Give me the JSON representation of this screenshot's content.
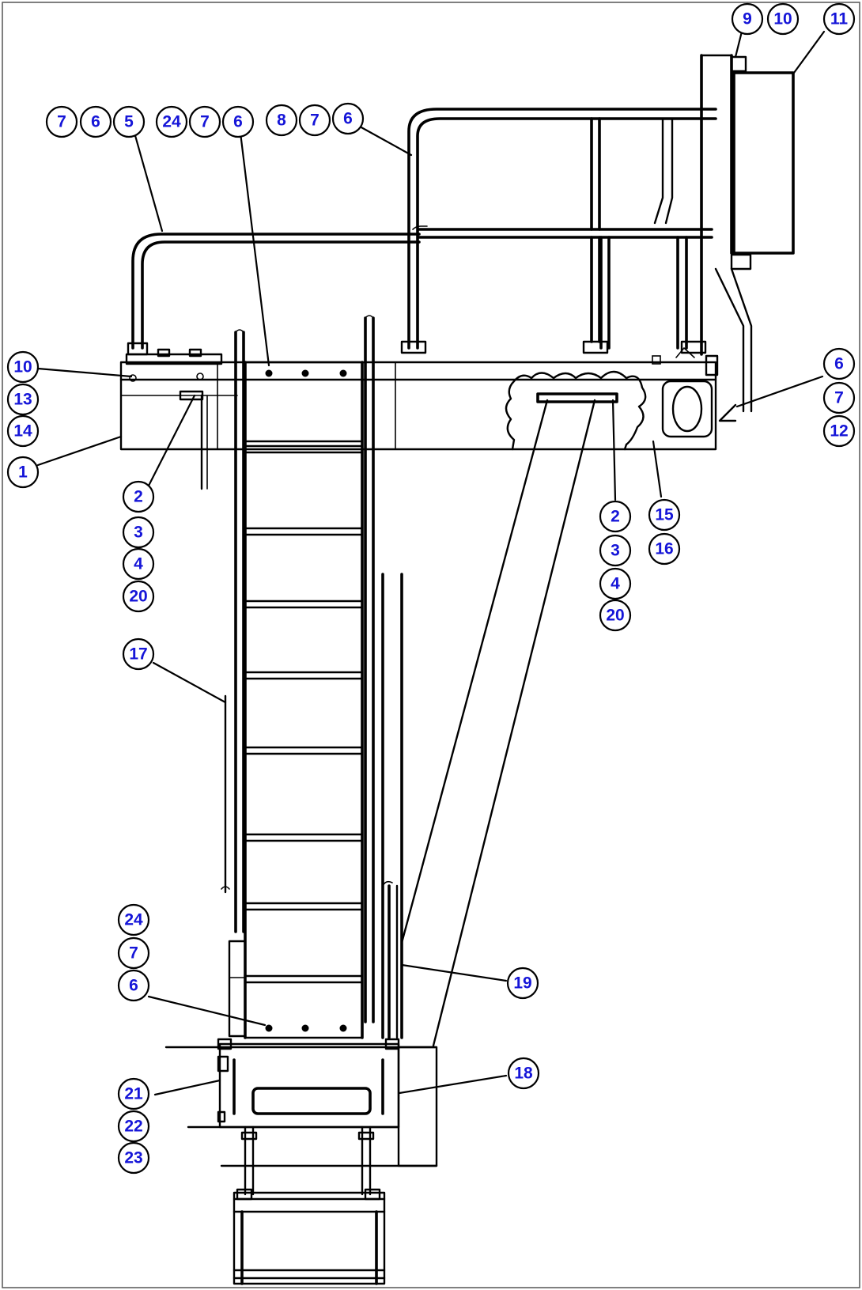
{
  "callouts": [
    {
      "id": "c-7a",
      "label": "7"
    },
    {
      "id": "c-6a",
      "label": "6"
    },
    {
      "id": "c-5",
      "label": "5"
    },
    {
      "id": "c-24a",
      "label": "24"
    },
    {
      "id": "c-7b",
      "label": "7"
    },
    {
      "id": "c-6b",
      "label": "6"
    },
    {
      "id": "c-8",
      "label": "8"
    },
    {
      "id": "c-7c",
      "label": "7"
    },
    {
      "id": "c-6c",
      "label": "6"
    },
    {
      "id": "c-9",
      "label": "9"
    },
    {
      "id": "c-10a",
      "label": "10"
    },
    {
      "id": "c-11",
      "label": "11"
    },
    {
      "id": "c-10b",
      "label": "10"
    },
    {
      "id": "c-13",
      "label": "13"
    },
    {
      "id": "c-14",
      "label": "14"
    },
    {
      "id": "c-1",
      "label": "1"
    },
    {
      "id": "c-2a",
      "label": "2"
    },
    {
      "id": "c-3a",
      "label": "3"
    },
    {
      "id": "c-4a",
      "label": "4"
    },
    {
      "id": "c-20a",
      "label": "20"
    },
    {
      "id": "c-6d",
      "label": "6"
    },
    {
      "id": "c-7d",
      "label": "7"
    },
    {
      "id": "c-12",
      "label": "12"
    },
    {
      "id": "c-2b",
      "label": "2"
    },
    {
      "id": "c-3b",
      "label": "3"
    },
    {
      "id": "c-4b",
      "label": "4"
    },
    {
      "id": "c-20b",
      "label": "20"
    },
    {
      "id": "c-15",
      "label": "15"
    },
    {
      "id": "c-16",
      "label": "16"
    },
    {
      "id": "c-17",
      "label": "17"
    },
    {
      "id": "c-24b",
      "label": "24"
    },
    {
      "id": "c-7e",
      "label": "7"
    },
    {
      "id": "c-6e",
      "label": "6"
    },
    {
      "id": "c-19",
      "label": "19"
    },
    {
      "id": "c-18",
      "label": "18"
    },
    {
      "id": "c-21",
      "label": "21"
    },
    {
      "id": "c-22",
      "label": "22"
    },
    {
      "id": "c-23",
      "label": "23"
    }
  ]
}
